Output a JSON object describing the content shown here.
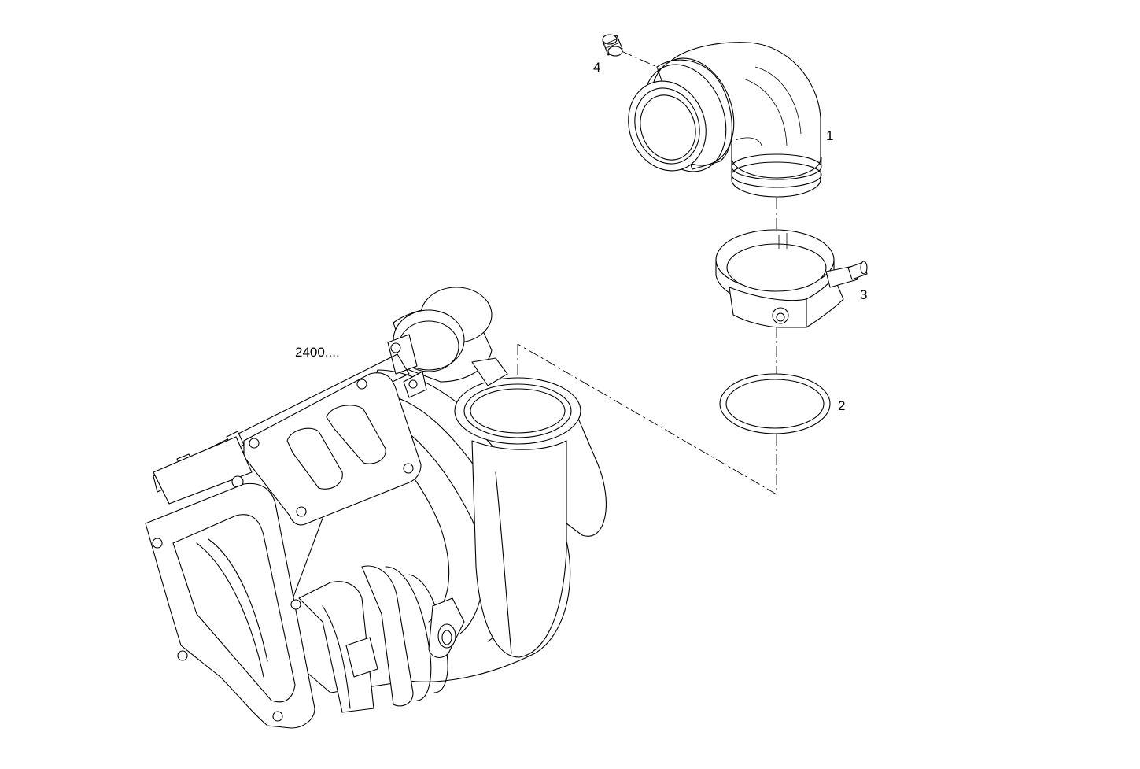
{
  "callouts": {
    "part_1": "1",
    "part_2": "2",
    "part_3": "3",
    "part_4": "4",
    "assembly_ref": "2400...."
  }
}
